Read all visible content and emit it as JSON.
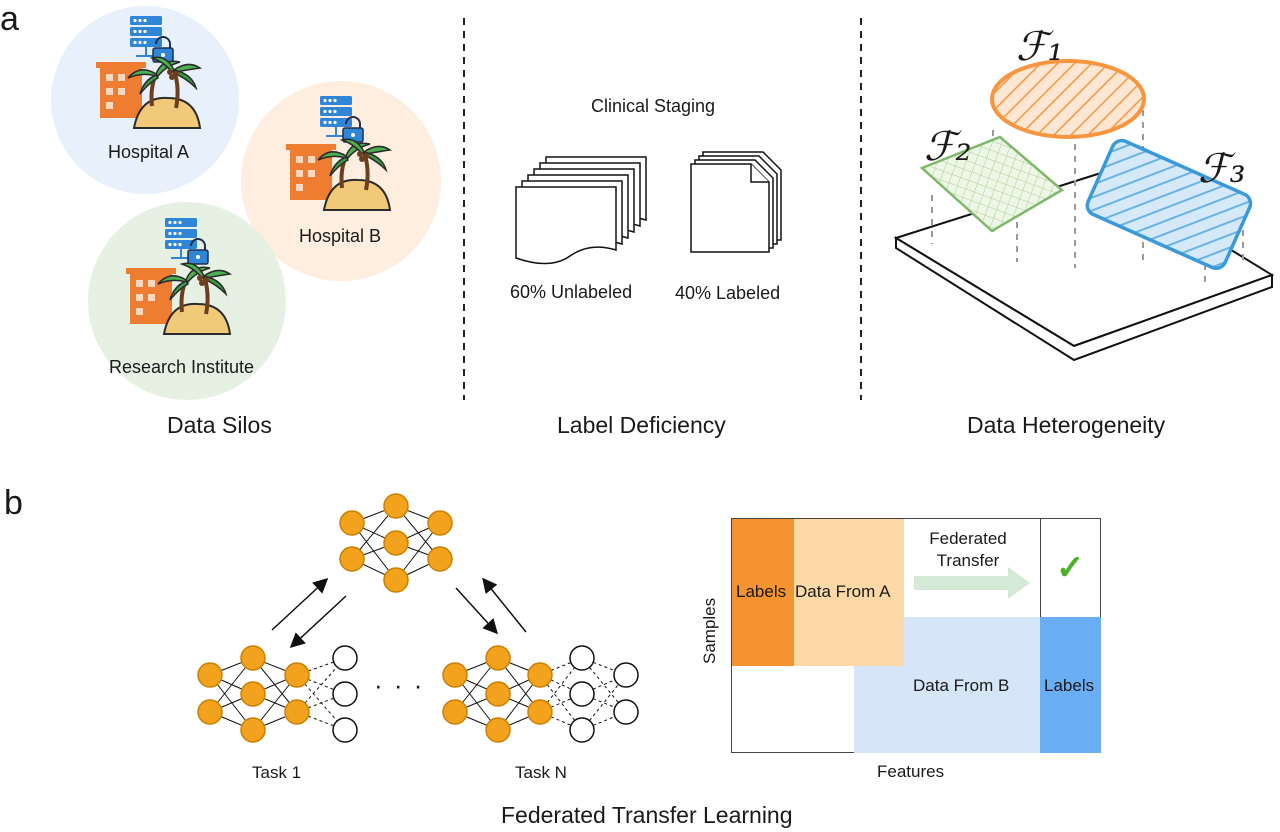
{
  "panel_a": {
    "letter": "a",
    "data_silos": {
      "title": "Data Silos",
      "hospital_a": "Hospital A",
      "hospital_b": "Hospital B",
      "research_institute": "Research Institute",
      "colors": {
        "hospital_a_bg": "#e8f0fb",
        "hospital_b_bg": "#fdeee0",
        "research_bg": "#e6f1e4",
        "building": "#ef7d31",
        "server": "#2f86d6",
        "tree": "#4caf50",
        "sand": "#f2c879"
      }
    },
    "label_deficiency": {
      "title": "Label Deficiency",
      "clinical_staging": "Clinical Staging",
      "unlabeled": "60% Unlabeled",
      "labeled": "40% Labeled"
    },
    "data_heterogeneity": {
      "title": "Data Heterogeneity",
      "f1": "ℱ₁",
      "f2": "ℱ₂",
      "f3": "ℱ₃",
      "colors": {
        "f1": "#f7963f",
        "f2": "#7fb86a",
        "f3": "#3a9ad9"
      }
    }
  },
  "panel_b": {
    "letter": "b",
    "title": "Federated Transfer Learning",
    "task_1": "Task 1",
    "task_n": "Task N",
    "ellipsis": "· · ·",
    "matrix": {
      "labels_a": "Labels",
      "data_from_a": "Data From A",
      "federated_transfer": "Federated\nTransfer",
      "check": "✓",
      "data_from_b": "Data From B",
      "labels_b": "Labels",
      "samples": "Samples",
      "features": "Features",
      "colors": {
        "labels_a": "#f49330",
        "data_a": "#fcd9a6",
        "data_b": "#d6e6f8",
        "labels_b": "#6aaef5",
        "check": "#4caf28",
        "arrow": "#d4ead6"
      }
    },
    "colors": {
      "node": "#f2a21d",
      "node_stroke": "#c98100"
    }
  }
}
